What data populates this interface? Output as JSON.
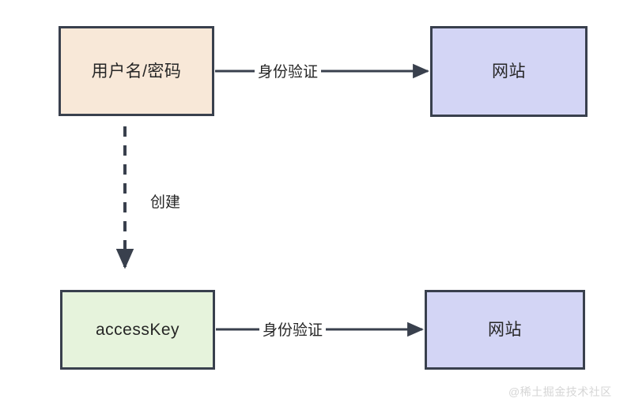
{
  "diagram": {
    "type": "flowchart",
    "background": "#ffffff",
    "stroke_color": "#39404d",
    "text_color": "#262626",
    "nodes": [
      {
        "id": "credentials",
        "label": "用户名/密码",
        "fill": "#f8e8d8",
        "shape": "rectangle"
      },
      {
        "id": "website-top",
        "label": "网站",
        "fill": "#d3d5f5",
        "shape": "rectangle"
      },
      {
        "id": "accesskey",
        "label": "accessKey",
        "fill": "#e6f3dc",
        "shape": "rectangle"
      },
      {
        "id": "website-bottom",
        "label": "网站",
        "fill": "#d3d5f5",
        "shape": "rectangle"
      }
    ],
    "edges": [
      {
        "id": "auth-top",
        "from": "credentials",
        "to": "website-top",
        "label": "身份验证",
        "style": "solid",
        "arrow": "end"
      },
      {
        "id": "create",
        "from": "credentials",
        "to": "accesskey",
        "label": "创建",
        "style": "dashed",
        "arrow": "end"
      },
      {
        "id": "auth-bottom",
        "from": "accesskey",
        "to": "website-bottom",
        "label": "身份验证",
        "style": "solid",
        "arrow": "end"
      }
    ]
  },
  "watermark": {
    "text": "@稀土掘金技术社区",
    "color": "#d6d6d6"
  }
}
